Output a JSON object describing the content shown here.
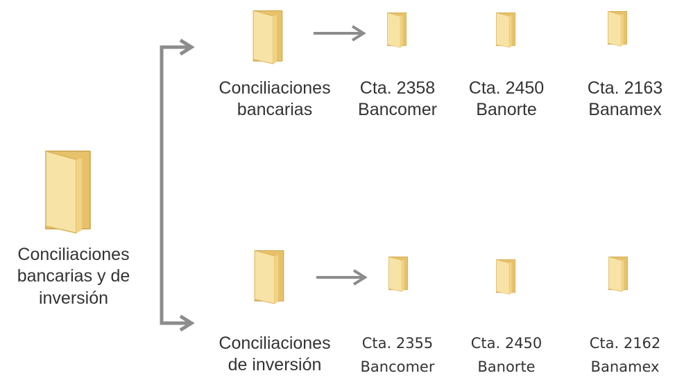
{
  "root": {
    "icon": "folder-icon",
    "label_lines": [
      "Conciliaciones",
      "bancarias y de",
      "inversión"
    ]
  },
  "branches": [
    {
      "folder": {
        "icon": "folder-icon",
        "label_lines": [
          "Conciliaciones",
          "bancarias"
        ]
      },
      "accounts": [
        {
          "icon": "folder-icon",
          "line1": "Cta. 2358",
          "line2": "Bancomer"
        },
        {
          "icon": "folder-icon",
          "line1": "Cta. 2450",
          "line2": "Banorte"
        },
        {
          "icon": "folder-icon",
          "line1": "Cta. 2163",
          "line2": "Banamex"
        }
      ]
    },
    {
      "folder": {
        "icon": "folder-icon",
        "label_lines": [
          "Conciliaciones",
          "de inversión"
        ]
      },
      "accounts": [
        {
          "icon": "folder-icon",
          "line1": "Cta. 2355",
          "line2": "Bancomer"
        },
        {
          "icon": "folder-icon",
          "line1": "Cta. 2450",
          "line2": "Banorte"
        },
        {
          "icon": "folder-icon",
          "line1": "Cta. 2162",
          "line2": "Banamex"
        }
      ]
    }
  ],
  "colors": {
    "folder_back": "#E8C26A",
    "folder_front": "#F8E3A6",
    "folder_edge": "#C9A24A",
    "arrow": "#8C8C8C",
    "text": "#333333"
  }
}
